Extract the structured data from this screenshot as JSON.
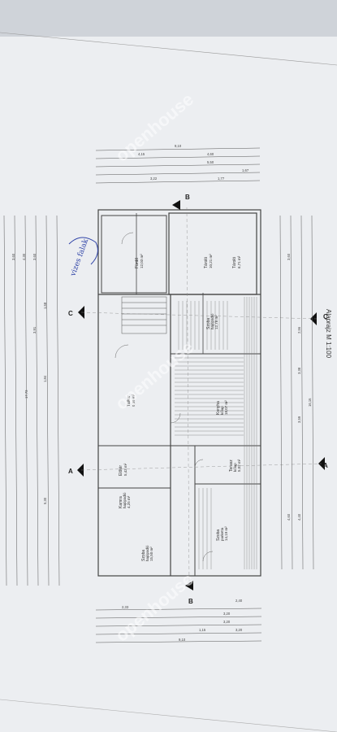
{
  "watermark": "openhouse",
  "title_partial": "Alaprajz M 1:100",
  "rooms": [
    {
      "name": "Fürdő",
      "area": "12,03 m²"
    },
    {
      "name": "Tároló",
      "area": "10,21 m²"
    },
    {
      "name": "Tároló",
      "area": "6,71 m²"
    },
    {
      "name": "Szoba",
      "area": "12,78 m²",
      "sub": "hajópadló"
    },
    {
      "name": "Konyha",
      "area": "18,07 m²",
      "sub": "kőlap"
    },
    {
      "name": "Terasz",
      "area": "5,02 m²",
      "sub": "kőlap"
    },
    {
      "name": "Tálkar",
      "area": "9,99 m²"
    },
    {
      "name": "Előtér",
      "area": "5,43 m²"
    },
    {
      "name": "Kamra",
      "area": "4,25 m²",
      "sub": "hajópadló"
    },
    {
      "name": "Szoba",
      "area": "14,19 m²",
      "sub": "parketta"
    },
    {
      "name": "Szoba",
      "area": "15,50 m²",
      "sub": "hajópadló"
    }
  ],
  "section_markers": [
    "A",
    "A",
    "B",
    "B",
    "C",
    "C"
  ],
  "handwritten_note": "vizes falak",
  "dims_top_total": "9,10",
  "dims_top": [
    "4,15",
    "4,60",
    "5,50",
    "3,22",
    "1,77",
    "1,67"
  ],
  "dims_bottom_total": "9,10",
  "dims_bottom": [
    "2,33",
    "2,40",
    "3,20",
    "3,20",
    "1,15",
    "3,20"
  ],
  "dims_left_total": "17,73",
  "dims_left": [
    "3,60",
    "4,30",
    "3,60",
    "3,91",
    "1,58",
    "1,84",
    "5,30"
  ],
  "dims_right_total": "16,16",
  "dims_right": [
    "3,60",
    "2,56",
    "3,38",
    "3,59",
    "4,40",
    "4,60"
  ]
}
